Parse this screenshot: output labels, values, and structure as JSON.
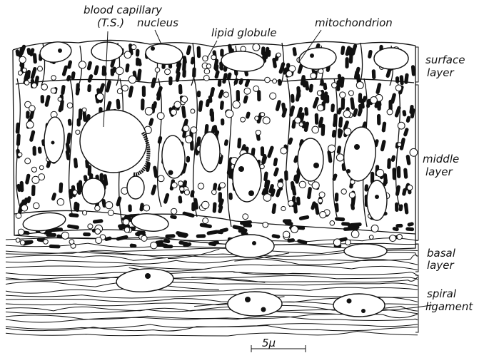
{
  "labels": {
    "blood_capillary": "blood capillary",
    "ts": "(T.S.)",
    "nucleus": "nucleus",
    "lipid_globule": "lipid globule",
    "mitochondrion": "mitochondrion",
    "surface_1": "surface",
    "surface_2": "layer",
    "middle_1": "middle",
    "middle_2": "layer",
    "basal_1": "basal",
    "basal_2": "layer",
    "spiral_1": "spiral",
    "spiral_2": "ligament",
    "scale": "5μ"
  },
  "colors": {
    "ink": "#111111",
    "paper": "#ffffff"
  }
}
